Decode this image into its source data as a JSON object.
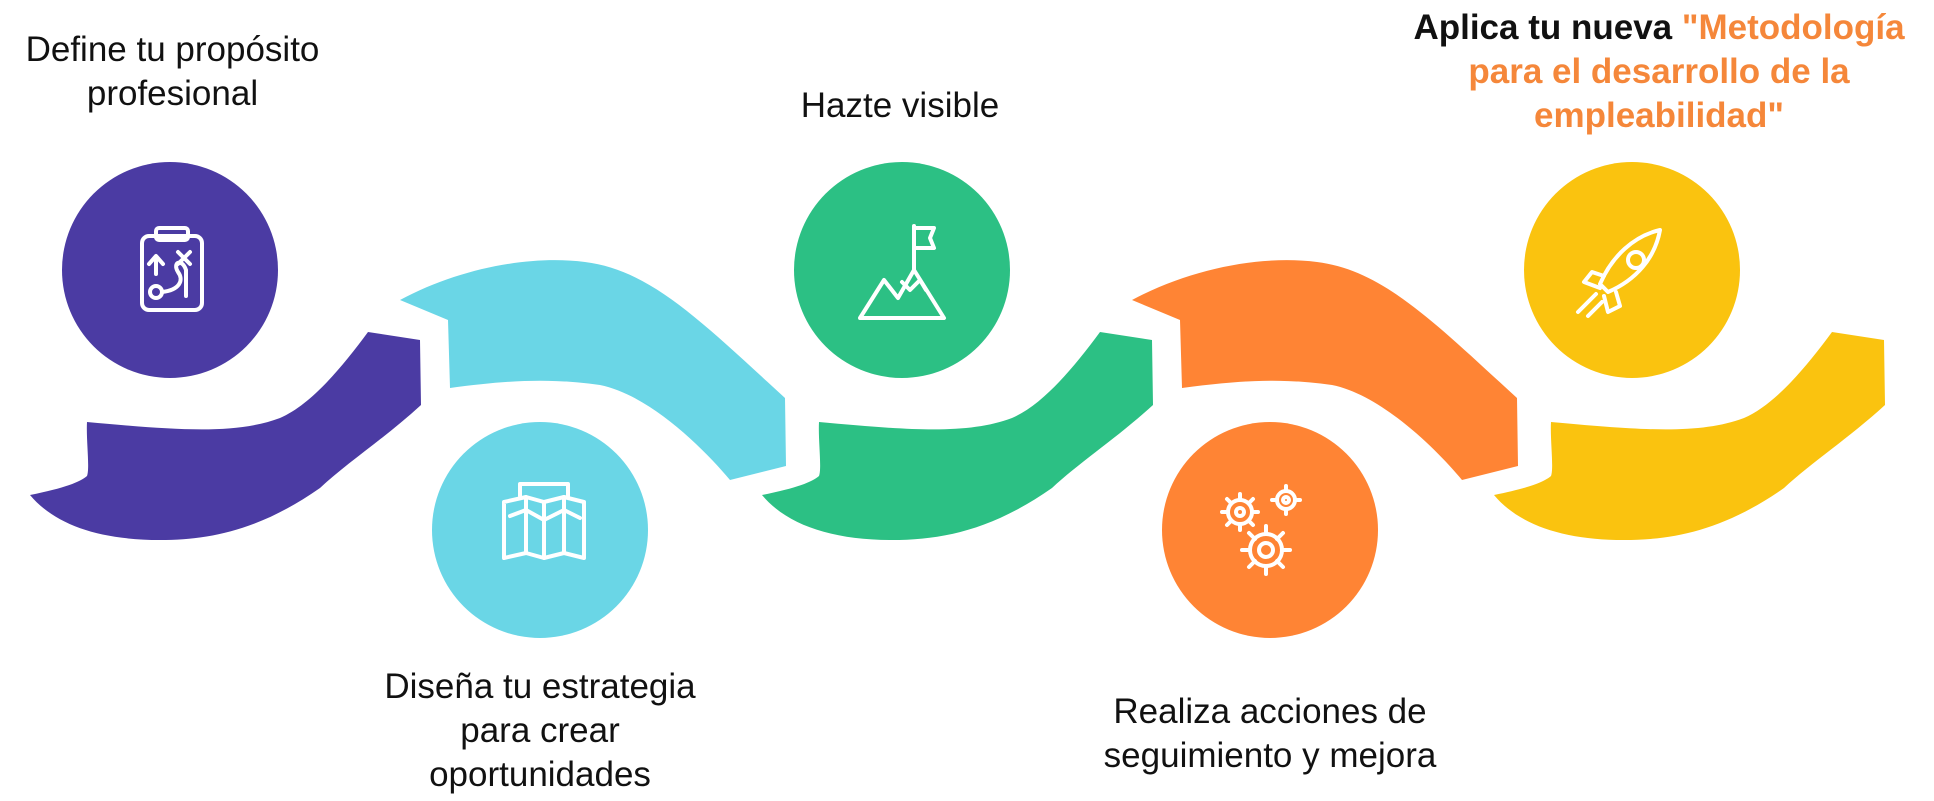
{
  "steps": [
    {
      "id": "step-1",
      "color": "#4B3BA3",
      "icon": "clipboard-strategy-icon",
      "label_lines": [
        "Define tu propósito",
        "profesional"
      ]
    },
    {
      "id": "step-2",
      "color": "#6AD6E6",
      "icon": "open-map-icon",
      "label_lines": [
        "Diseña tu estrategia",
        "para crear",
        "oportunidades"
      ]
    },
    {
      "id": "step-3",
      "color": "#2CC084",
      "icon": "mountain-flag-icon",
      "label_lines": [
        "Hazte visible"
      ]
    },
    {
      "id": "step-4",
      "color": "#FF8434",
      "icon": "gears-icon",
      "label_lines": [
        "Realiza acciones de",
        "seguimiento y mejora"
      ]
    },
    {
      "id": "step-5",
      "color": "#FAC30F",
      "icon": "rocket-icon"
    }
  ],
  "final_label": {
    "prefix": "Aplica tu nueva ",
    "accent_line1": "\"Metodología",
    "line2": "para el desarrollo de la",
    "line3": "empleabilidad\"",
    "accent_color": "#F5873A"
  }
}
